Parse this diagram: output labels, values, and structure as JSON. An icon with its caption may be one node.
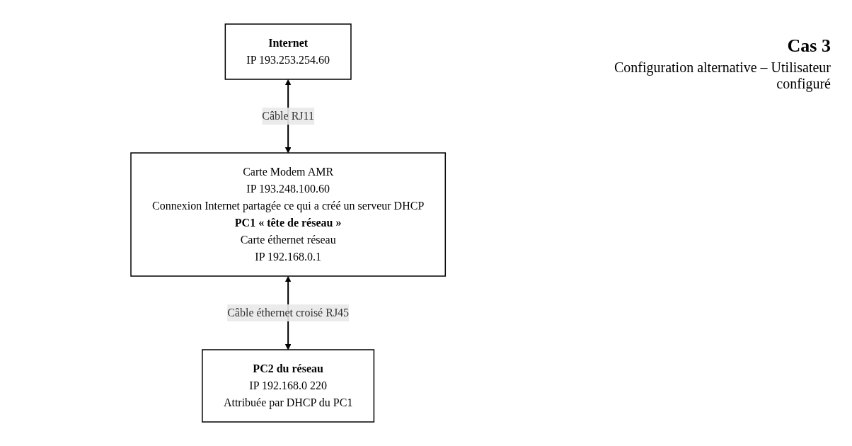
{
  "diagram": {
    "title": "Cas 3",
    "nodes": [
      {
        "text": [
          "Internet",
          "IP 193.253.254.60"
        ]
      },
      {
        "text": [
          "Carte Modem AMR",
          "IP 193.248.100.60",
          "Connexion Internet partagée ce qui a créé un serveur DHCP",
          "PC1 « tête de réseau »",
          "Carte éthernet réseau",
          "IP 192.168.0.1"
        ]
      },
      {
        "text": [
          "PC2 du réseau",
          "IP 192.168.0 220",
          "Attribuée par DHCP du PC1"
        ]
      }
    ],
    "edges": [
      {
        "from": 0,
        "to": 1,
        "arrow": "both",
        "label": "Câble RJ11"
      },
      {
        "from": 1,
        "to": 2,
        "arrow": "both",
        "label": "Câble éthernet croisé RJ45"
      }
    ],
    "labels": [
      "Configuration alternative – Utilisateur configuré"
    ]
  }
}
